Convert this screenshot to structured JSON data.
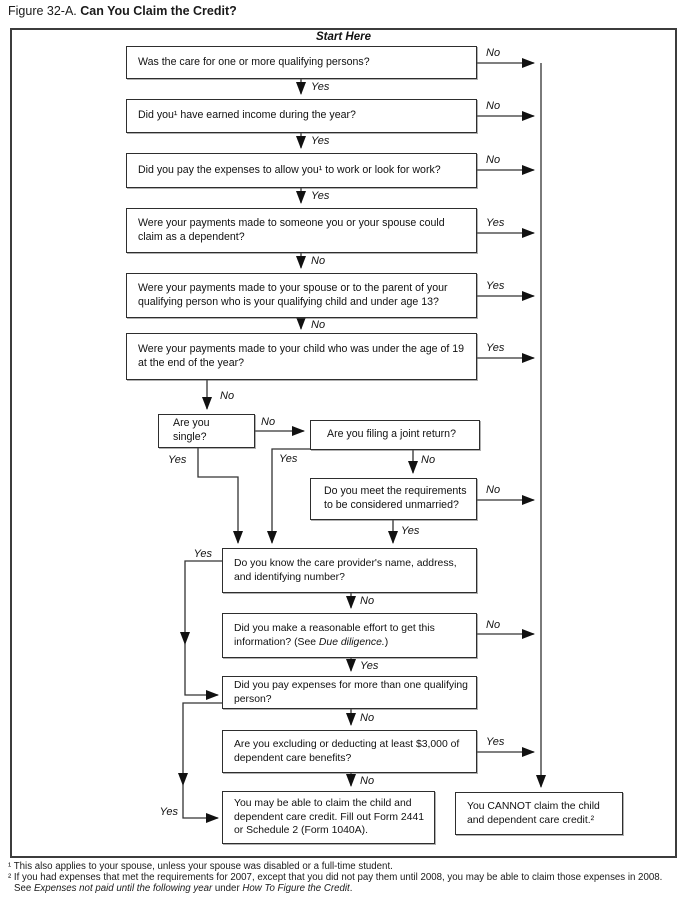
{
  "title": {
    "prefix": "Figure 32-A.",
    "main": "Can You Claim the Credit?"
  },
  "start_here": "Start Here",
  "labels": {
    "yes": "Yes",
    "no": "No"
  },
  "nodes": {
    "qualifying_persons": "Was the care for one or more qualifying persons?",
    "earned_income": "Did you¹ have earned income during the year?",
    "pay_expenses_work": "Did you pay the expenses to allow you¹ to work or look for work?",
    "dependent_payments": "Were your payments made to someone you or your spouse could claim as a dependent?",
    "spouse_parent_payments": "Were your payments made to your spouse or to the parent of your qualifying person who is your qualifying child and under age 13?",
    "child_under_19": "Were your payments made to your child who was under the age of 19 at the end of the year?",
    "single": "Are you single?",
    "joint_return": "Are you filing a joint return?",
    "considered_unmarried": "Do you meet the requirements to be considered unmarried?",
    "provider_info": "Do you know the care provider's name, address, and identifying number?",
    "reasonable_effort": {
      "pre": "Did you make a reasonable effort to get this information? (See ",
      "italic": "Due diligence.",
      "post": ")"
    },
    "multiple_persons": "Did you pay expenses for more than one qualifying person?",
    "benefits_3000": "Are you excluding or deducting at least $3,000 of dependent care benefits?",
    "result_may_claim": "You may be able to claim the child and dependent care credit. Fill out Form 2441 or Schedule 2 (Form 1040A).",
    "result_cannot_claim": "You CANNOT claim the child and dependent care credit.²"
  },
  "footnotes": {
    "f1": "¹ This also applies to your spouse, unless your spouse was disabled or a full-time student.",
    "f2_line1": "² If you had expenses that met the requirements for 2007, except that you did not pay them until 2008, you may be able to claim those expenses in 2008.",
    "f2_line2_pre": "See ",
    "f2_line2_italic1": "Expenses not paid until the following year",
    "f2_line2_mid": " under ",
    "f2_line2_italic2": "How To Figure the Credit",
    "f2_line2_post": "."
  }
}
